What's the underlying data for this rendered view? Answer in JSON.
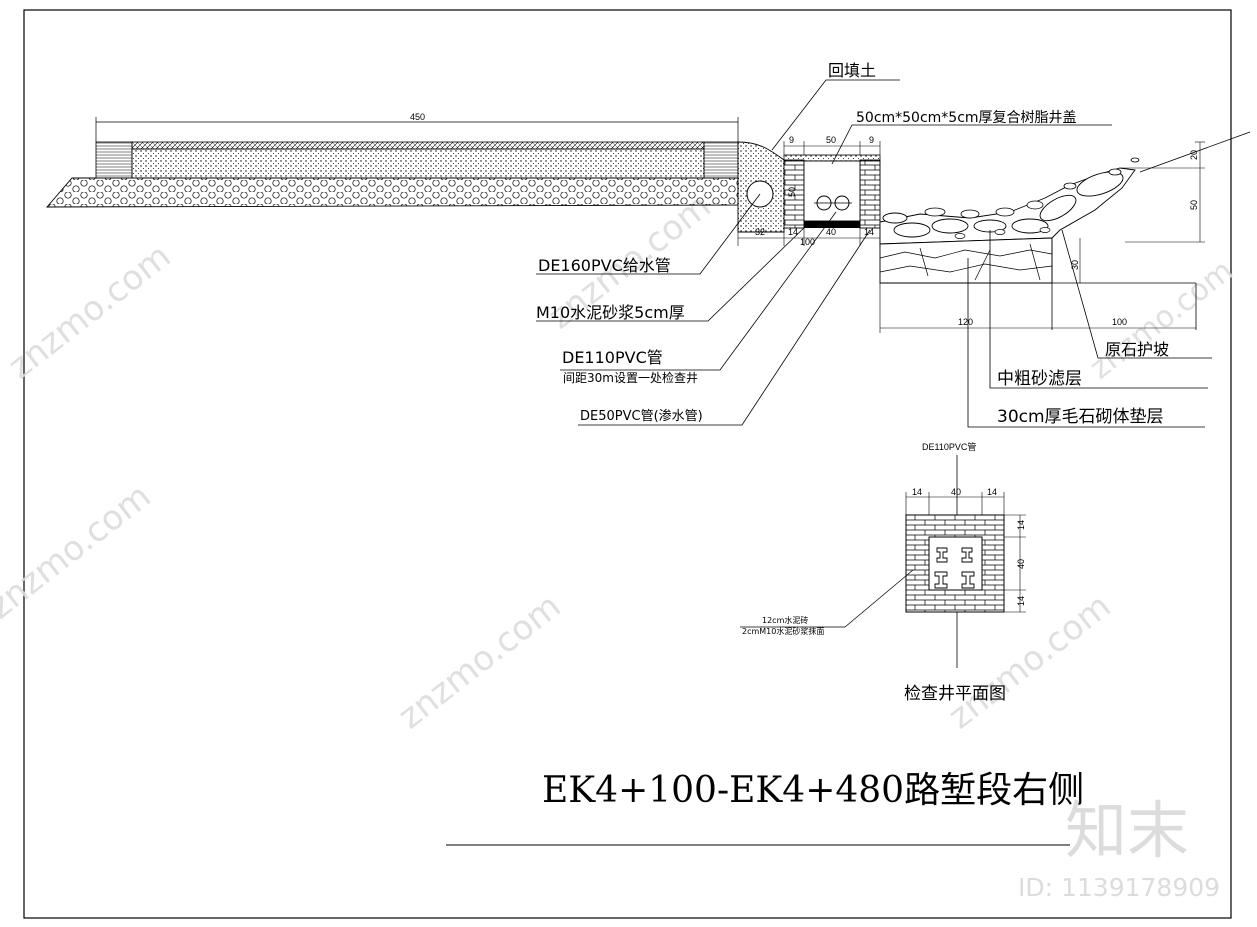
{
  "title": "EK4+100-EK4+480路堑段右侧",
  "labels": {
    "backfill": "回填土",
    "cover": "50cm*50cm*5cm厚复合树脂井盖",
    "de160": "DE160PVC给水管",
    "m10": "M10水泥砂浆5cm厚",
    "de110": "DE110PVC管",
    "de110_note": "间距30m设置一处检查井",
    "de50": "DE50PVC管(渗水管)",
    "riprap": "原石护坡",
    "sand": "中粗砂滤层",
    "rubble": "30cm厚毛石砌体垫层"
  },
  "dims": {
    "top450": "450",
    "w9a": "9",
    "w50": "50",
    "w9b": "9",
    "h50": "50",
    "b32": "32",
    "b14a": "14",
    "b40": "40",
    "b14b": "14",
    "b100": "100",
    "r20": "20",
    "r50": "50",
    "r30": "30",
    "r120": "120",
    "r100": "100"
  },
  "plan": {
    "pipe_label": "DE110PVC管",
    "t14a": "14",
    "t40": "40",
    "t14b": "14",
    "s14a": "14",
    "s40": "40",
    "s14b": "14",
    "note1": "12cm水泥砖",
    "note2": "2cmM10水泥砂浆抹面",
    "caption": "检查井平面图"
  },
  "watermark": {
    "site": "znzmo.com",
    "logo": "知末",
    "id": "ID: 1139178909"
  }
}
